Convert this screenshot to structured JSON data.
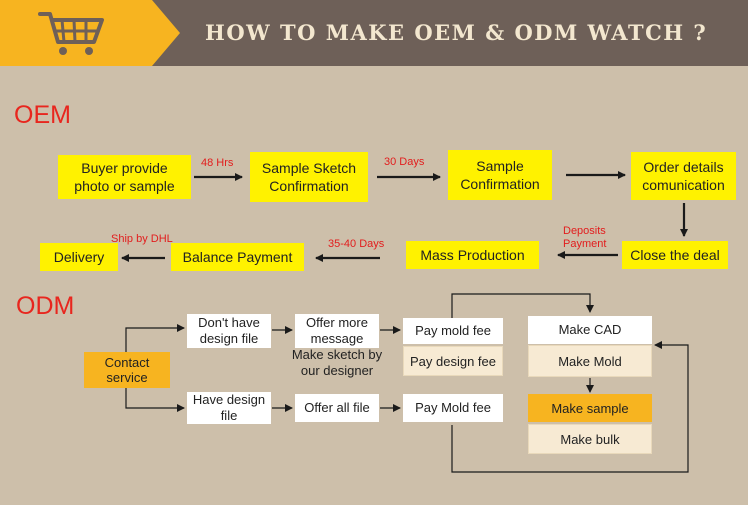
{
  "header": {
    "title": "HOW TO MAKE OEM & ODM WATCH ?",
    "icon": "shopping-cart-icon"
  },
  "oem": {
    "label": "OEM",
    "steps": {
      "buyer": "Buyer provide\nphoto or sample",
      "sketch": "Sample Sketch\nConfirmation",
      "sample": "Sample\nConfirmation",
      "details": "Order details\ncomunication",
      "close": "Close the deal",
      "mass": "Mass Production",
      "balance": "Balance Payment",
      "delivery": "Delivery"
    },
    "notes": {
      "hrs": "48 Hrs",
      "days30": "30 Days",
      "deposits": "Deposits\nPayment",
      "days3540": "35-40 Days",
      "ship": "Ship by DHL"
    }
  },
  "odm": {
    "label": "ODM",
    "contact": "Contact service",
    "no_design": "Don't have\ndesign file",
    "offer_message": "Offer more\nmessage",
    "make_sketch": "Make sketch by\nour designer",
    "have_design": "Have design\nfile",
    "offer_file": "Offer all file",
    "pay_mold_1": "Pay mold fee",
    "pay_design": "Pay design fee",
    "pay_mold_2": "Pay Mold fee",
    "make_cad": "Make CAD",
    "make_mold": "Make Mold",
    "make_sample": "Make sample",
    "make_bulk": "Make bulk"
  },
  "colors": {
    "header": "#6e6058",
    "accent": "#f7b420",
    "box_yellow": "#fff200",
    "label_red": "#e8261e"
  }
}
